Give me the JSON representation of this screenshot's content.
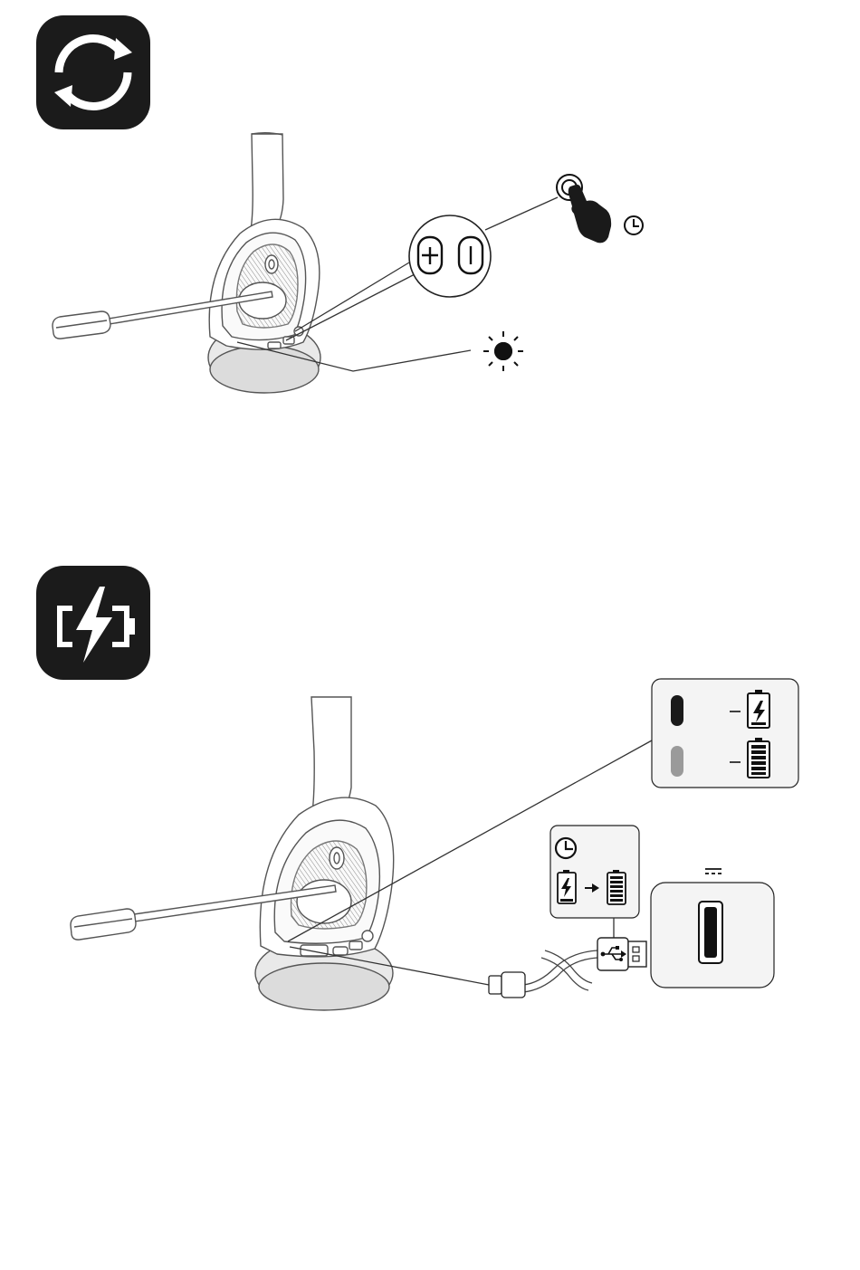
{
  "colors": {
    "ink": "#1a1a1a",
    "tile": "#1b1b1b",
    "line": "#333333",
    "led_off_gray": "#9a9a9a",
    "panel_bg": "#f4f4f4",
    "white": "#ffffff"
  },
  "sections": [
    {
      "id": "reset",
      "icon": "reset-cycle-icon",
      "callouts": [
        "plus-button-icon",
        "minus-button-icon",
        "press-hold-hand-icon",
        "timer-clock-icon",
        "led-blink-icon"
      ]
    },
    {
      "id": "charging",
      "icon": "battery-charge-icon",
      "callouts": [
        "led-status-panel",
        "battery-charging-icon",
        "battery-full-icon",
        "charge-time-panel",
        "usb-connector-icon",
        "usb-port-panel",
        "dc-symbol-icon"
      ]
    }
  ],
  "led_status": {
    "rows": [
      {
        "led": "on-dark",
        "meaning": "battery-charging-icon"
      },
      {
        "led": "on-light",
        "meaning": "battery-full-icon"
      }
    ]
  }
}
